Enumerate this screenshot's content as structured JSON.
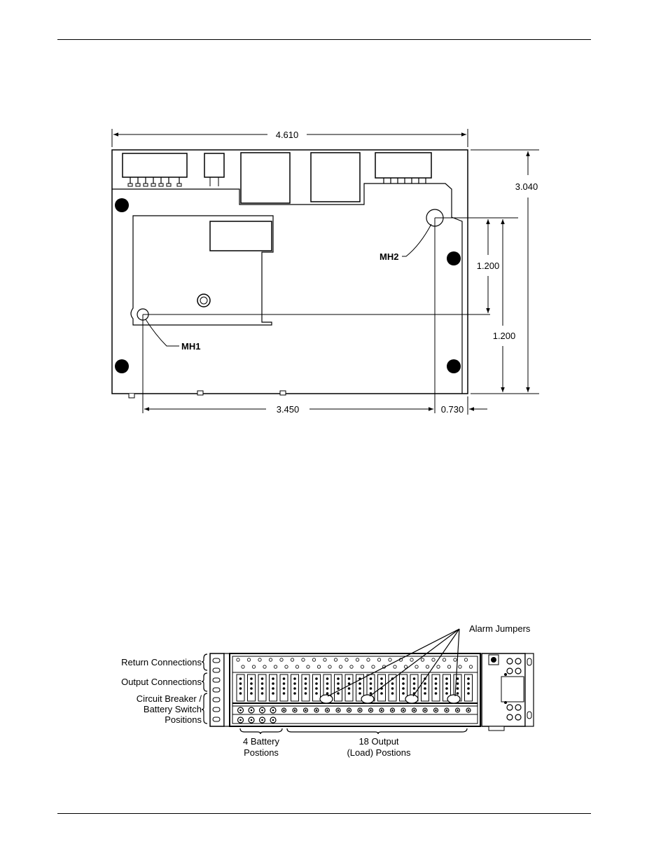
{
  "figure1": {
    "dimensions": {
      "overall_width": "4.610",
      "overall_height": "3.040",
      "hole_spacing_vertical": "1.200",
      "hole_to_edge_vertical": "1.200",
      "hole_spacing_horizontal": "3.450",
      "hole_to_edge_horizontal": "0.730"
    },
    "labels": {
      "mh1": "MH1",
      "mh2": "MH2"
    }
  },
  "figure2": {
    "labels": {
      "alarm_jumpers": "Alarm Jumpers",
      "return_connections": "Return Connections",
      "output_connections": "Output Connections",
      "breaker_line1": "Circuit Breaker /",
      "breaker_line2": "Battery Switch",
      "breaker_line3": "Positions",
      "battery_line1": "4 Battery",
      "battery_line2": "Postions",
      "output_line1": "18 Output",
      "output_line2": "(Load) Postions"
    }
  }
}
